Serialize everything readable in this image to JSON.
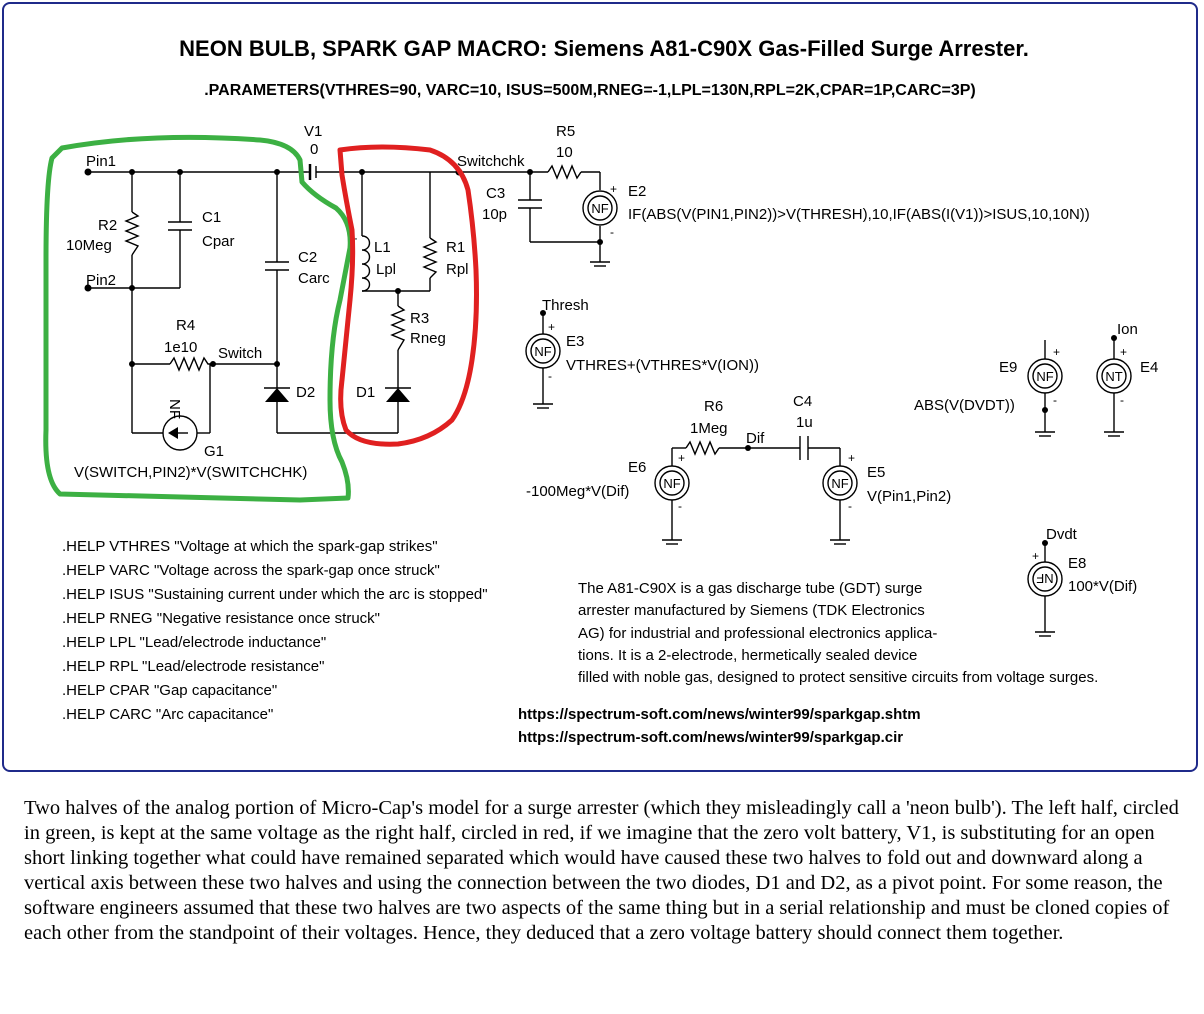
{
  "title": "NEON BULB, SPARK GAP MACRO: Siemens A81-C90X Gas-Filled Surge Arrester.",
  "parameters": ".PARAMETERS(VTHRES=90, VARC=10, ISUS=500M,RNEG=-1,LPL=130N,RPL=2K,CPAR=1P,CARC=3P)",
  "colors": {
    "frame": "#1f2a8a",
    "green_outline": "#3cb043",
    "red_outline": "#e02020"
  },
  "nodes": {
    "pin1": "Pin1",
    "pin2": "Pin2",
    "switch": "Switch",
    "switchchk": "Switchchk",
    "thresh": "Thresh",
    "ion": "Ion",
    "dif": "Dif",
    "dvdt": "Dvdt"
  },
  "components": {
    "v1": {
      "name": "V1",
      "value": "0"
    },
    "r5": {
      "name": "R5",
      "value": "10"
    },
    "c3": {
      "name": "C3",
      "value": "10p"
    },
    "e2": {
      "name": "E2",
      "expr": "IF(ABS(V(PIN1,PIN2))>V(THRESH),10,IF(ABS(I(V1))>ISUS,10,10N))"
    },
    "r2": {
      "name": "R2",
      "value": "10Meg"
    },
    "c1": {
      "name": "C1",
      "value": "Cpar"
    },
    "c2": {
      "name": "C2",
      "value": "Carc"
    },
    "l1": {
      "name": "L1",
      "value": "Lpl"
    },
    "r1": {
      "name": "R1",
      "value": "Rpl"
    },
    "r3": {
      "name": "R3",
      "value": "Rneg"
    },
    "r4": {
      "name": "R4",
      "value": "1e10"
    },
    "d1": {
      "name": "D1"
    },
    "d2": {
      "name": "D2"
    },
    "g1": {
      "name": "G1",
      "expr": "V(SWITCH,PIN2)*V(SWITCHCHK)"
    },
    "e3": {
      "name": "E3",
      "expr": "VTHRES+(VTHRES*V(ION))"
    },
    "e9": {
      "name": "E9",
      "expr": "ABS(V(DVDT))"
    },
    "e4": {
      "name": "E4"
    },
    "r6": {
      "name": "R6",
      "value": "1Meg"
    },
    "c4": {
      "name": "C4",
      "value": "1u"
    },
    "e6": {
      "name": "E6",
      "expr": "-100Meg*V(Dif)"
    },
    "e5": {
      "name": "E5",
      "expr": "V(Pin1,Pin2)"
    },
    "e8": {
      "name": "E8",
      "expr": "100*V(Dif)"
    }
  },
  "source_symbols": {
    "nf": "NF",
    "nt": "NT",
    "plus": "+",
    "minus": "-"
  },
  "help_lines": [
    ".HELP VTHRES \"Voltage at which the spark-gap strikes\"",
    ".HELP VARC \"Voltage across the spark-gap once struck\"",
    ".HELP ISUS \"Sustaining current under which the arc is stopped\"",
    ".HELP RNEG \"Negative resistance once struck\"",
    ".HELP LPL \"Lead/electrode inductance\"",
    ".HELP RPL \"Lead/electrode resistance\"",
    ".HELP CPAR \"Gap capacitance\"",
    ".HELP CARC \"Arc capacitance\""
  ],
  "description_lines": [
    "The A81-C90X is a gas discharge tube (GDT) surge",
    "arrester manufactured by Siemens (TDK Electronics",
    "AG) for industrial and professional electronics applica-",
    "tions. It is a 2-electrode, hermetically sealed device",
    "filled with noble gas, designed to protect sensitive circuits from voltage surges."
  ],
  "links": [
    "https://spectrum-soft.com/news/winter99/sparkgap.shtm",
    "https://spectrum-soft.com/news/winter99/sparkgap.cir"
  ],
  "caption": "Two halves of the analog portion of Micro-Cap's model for a surge arrester (which they misleadingly call a 'neon bulb'). The left half, circled in green, is kept at the same voltage as the right half, circled in red, if we imagine that the zero volt battery, V1, is substituting for an open short linking together what could have remained separated which would have caused these two halves to fold out and downward along a vertical axis between these two halves and using the connection between the two diodes, D1 and D2, as a pivot point. For some reason, the software engineers assumed that these two halves are two aspects of the same thing but in a serial relationship and must be cloned copies of each other from the standpoint of their voltages. Hence, they deduced that a zero voltage battery should connect them together."
}
